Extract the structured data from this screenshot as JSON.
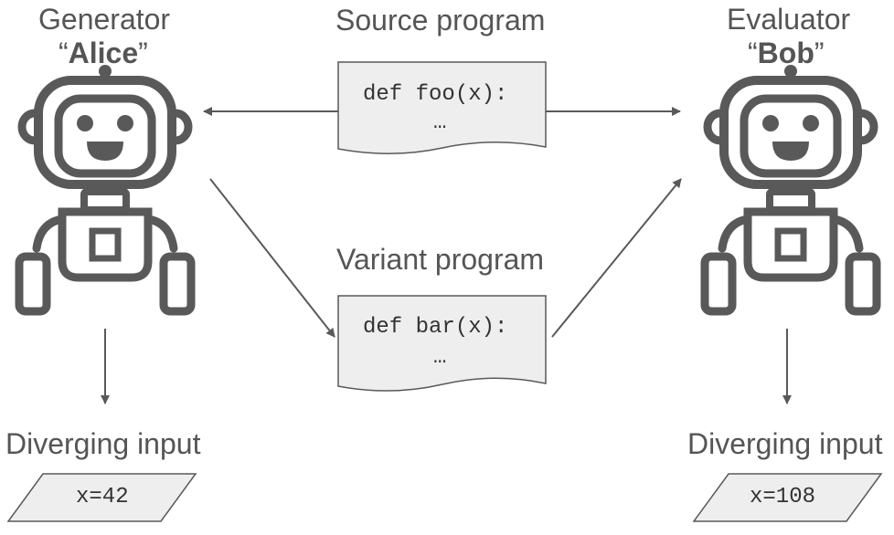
{
  "generator": {
    "role": "Generator",
    "name": "Alice",
    "open_quote": "“",
    "close_quote": "”",
    "icon": "robot-icon"
  },
  "evaluator": {
    "role": "Evaluator",
    "name": "Bob",
    "open_quote": "“",
    "close_quote": "”",
    "icon": "robot-icon"
  },
  "source": {
    "title": "Source program",
    "code_line1": "def foo(x):",
    "code_line2": "…"
  },
  "variant": {
    "title": "Variant program",
    "code_line1": "def bar(x):",
    "code_line2": "…"
  },
  "left_output": {
    "label": "Diverging input",
    "value": "x=42"
  },
  "right_output": {
    "label": "Diverging input",
    "value": "x=108"
  },
  "colors": {
    "stroke": "#595959",
    "fill": "#eeeeee",
    "text": "#555555"
  }
}
